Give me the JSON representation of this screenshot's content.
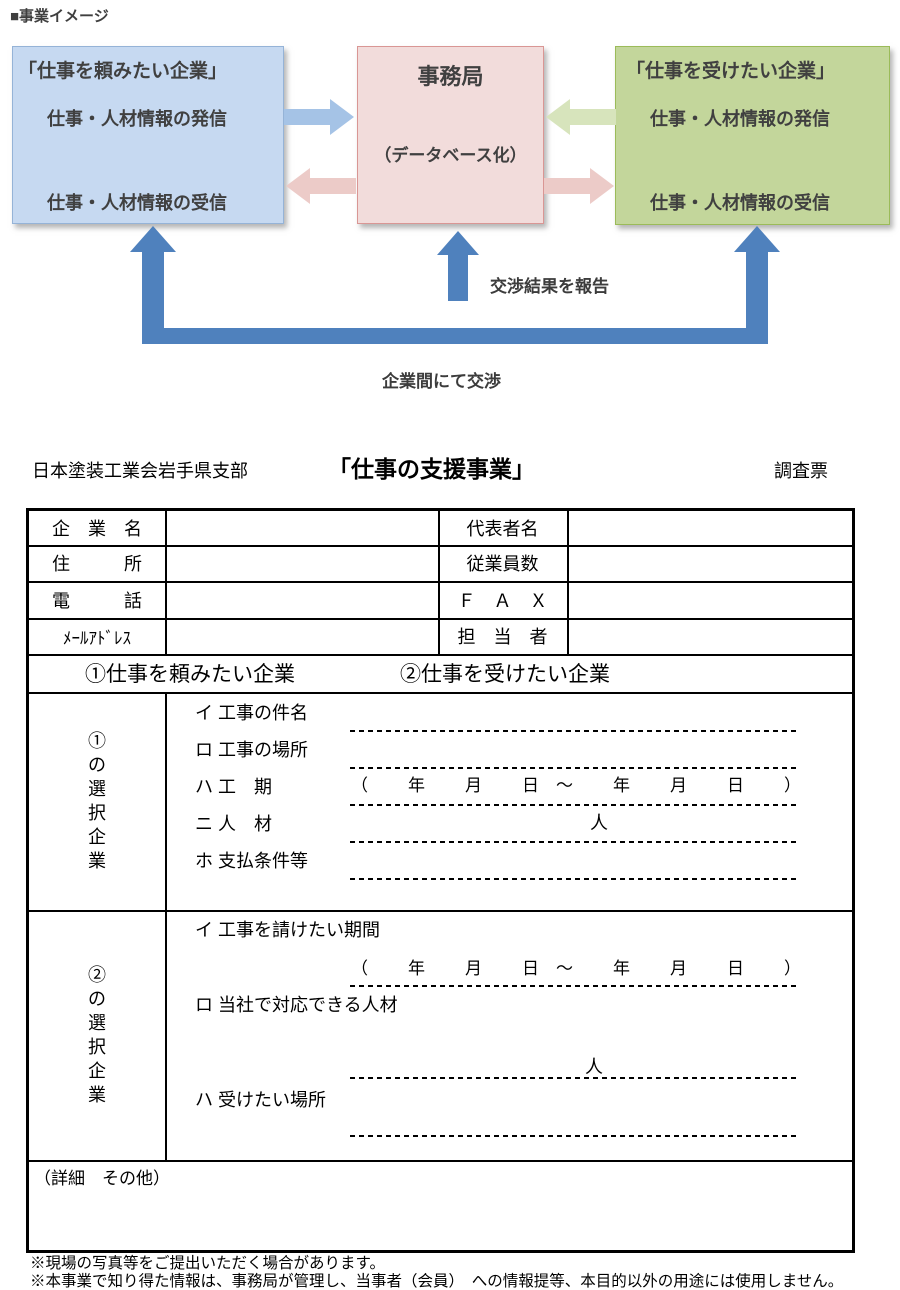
{
  "page": {
    "heading": "■事業イメージ"
  },
  "diagram": {
    "requester_box": {
      "title": "「仕事を頼みたい企業」",
      "send": "仕事・人材情報の発信",
      "receive": "仕事・人材情報の受信"
    },
    "office_box": {
      "title": "事務局",
      "subtitle": "（データベース化）"
    },
    "receiver_box": {
      "title": "「仕事を受けたい企業」",
      "send": "仕事・人材情報の発信",
      "receive": "仕事・人材情報の受信"
    },
    "report_label": "交渉結果を報告",
    "negotiate_label": "企業間にて交渉"
  },
  "form": {
    "org_name": "日本塗装工業会岩手県支部",
    "form_title": "「仕事の支援事業」",
    "doc_type": "調査票",
    "info_rows": [
      {
        "label1": "企　業　名",
        "value1": "",
        "label2": "代表者名",
        "value2": ""
      },
      {
        "label1": "住　　　所",
        "value1": "",
        "label2": "従業員数",
        "value2": ""
      },
      {
        "label1": "電　　　話",
        "value1": "",
        "label2": "Ｆ　Ａ　Ｘ",
        "value2": ""
      },
      {
        "label1": "ﾒｰﾙｱﾄﾞﾚｽ",
        "value1": "",
        "label2": "担　当　者",
        "value2": ""
      }
    ],
    "section_header": "①仕事を頼みたい企業　　　　　②仕事を受けたい企業",
    "date_parts": [
      "（",
      "年",
      "月",
      "日　～",
      "年",
      "月",
      "日",
      "）"
    ],
    "section1": {
      "side_label": "①の選択企業",
      "items": [
        "イ 工事の件名",
        "ロ 工事の場所",
        "ハ 工　期",
        "ニ 人　材",
        "ホ 支払条件等"
      ],
      "person_unit": "人"
    },
    "section2": {
      "side_label": "②の選択企業",
      "items": [
        "イ 工事を請けたい期間",
        "ロ 当社で対応できる人材",
        "ハ 受けたい場所"
      ],
      "person_unit": "人"
    },
    "detail_label": "（詳細　その他）",
    "notes": [
      "※現場の写真等をご提出いただく場合があります。",
      "※本事業で知り得た情報は、事務局が管理し、当事者（会員）　への情報提等、本目的以外の用途には使用しません。"
    ]
  },
  "colors": {
    "box-blue-fill": "#c6d9f1",
    "box-blue-border": "#95b3d7",
    "box-pink-fill": "#f2dcdb",
    "box-pink-border": "#d99694",
    "box-green-fill": "#c3d69b",
    "box-green-border": "#9bbb59",
    "arrow-blue": "#a5c3e6",
    "arrow-pink": "#eccbc8",
    "arrow-green": "#d7e4bc",
    "bracket-blue": "#4f81bd",
    "diagram-text": "#404040"
  }
}
